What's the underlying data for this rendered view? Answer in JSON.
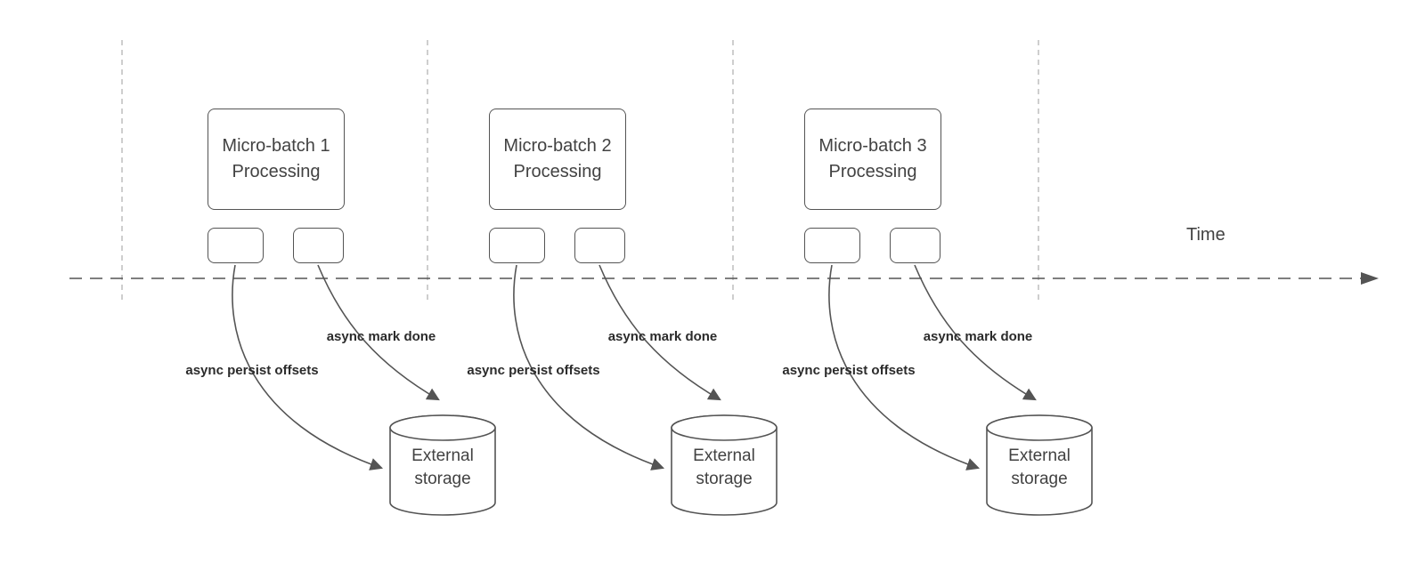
{
  "diagram": {
    "time_label": "Time",
    "batches": [
      {
        "title_line1": "Micro-batch 1",
        "title_line2": "Processing",
        "persist_label": "async persist offsets",
        "markdone_label": "async mark done",
        "storage_line1": "External",
        "storage_line2": "storage"
      },
      {
        "title_line1": "Micro-batch 2",
        "title_line2": "Processing",
        "persist_label": "async persist offsets",
        "markdone_label": "async mark done",
        "storage_line1": "External",
        "storage_line2": "storage"
      },
      {
        "title_line1": "Micro-batch 3",
        "title_line2": "Processing",
        "persist_label": "async persist offsets",
        "markdone_label": "async mark done",
        "storage_line1": "External",
        "storage_line2": "storage"
      }
    ]
  },
  "colors": {
    "stroke": "#545454",
    "text": "#424242",
    "label": "#2b2b2b",
    "guide": "#bdbdbd"
  }
}
